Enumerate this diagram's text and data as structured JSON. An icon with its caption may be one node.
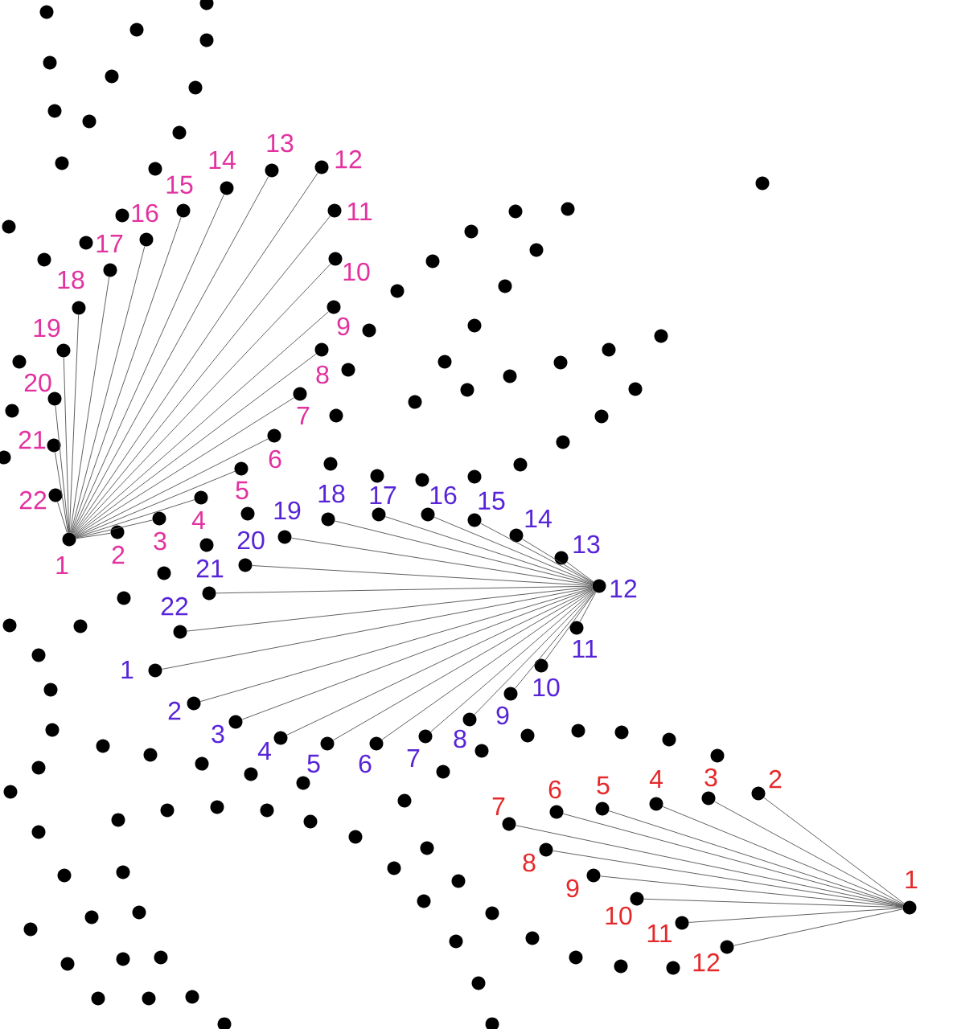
{
  "diagram": {
    "nodes": [
      {
        "text": [],
        "shape": "circle",
        "beside": [
          "1"
        ]
      },
      {
        "text": [],
        "shape": "circle",
        "beside": [
          "2"
        ]
      },
      {
        "text": [],
        "shape": "circle",
        "beside": [
          "3"
        ]
      },
      {
        "text": [],
        "shape": "circle",
        "beside": [
          "4"
        ]
      },
      {
        "text": [],
        "shape": "circle",
        "beside": [
          "5"
        ]
      },
      {
        "text": [],
        "shape": "circle",
        "beside": [
          "6"
        ]
      },
      {
        "text": [],
        "shape": "circle",
        "beside": [
          "7"
        ]
      },
      {
        "text": [],
        "shape": "circle",
        "beside": [
          "8"
        ]
      },
      {
        "text": [],
        "shape": "circle",
        "beside": [
          "9"
        ]
      },
      {
        "text": [],
        "shape": "circle",
        "beside": [
          "10"
        ]
      },
      {
        "text": [],
        "shape": "circle",
        "beside": [
          "11"
        ]
      },
      {
        "text": [],
        "shape": "circle",
        "beside": [
          "12"
        ]
      },
      {
        "text": [],
        "shape": "circle",
        "beside": [
          "13"
        ]
      },
      {
        "text": [],
        "shape": "circle",
        "beside": [
          "14"
        ]
      },
      {
        "text": [],
        "shape": "circle",
        "beside": [
          "15"
        ]
      },
      {
        "text": [],
        "shape": "circle",
        "beside": [
          "16"
        ]
      },
      {
        "text": [],
        "shape": "circle",
        "beside": [
          "17"
        ]
      },
      {
        "text": [],
        "shape": "circle",
        "beside": [
          "18"
        ]
      },
      {
        "text": [],
        "shape": "circle",
        "beside": [
          "19"
        ]
      },
      {
        "text": [],
        "shape": "circle",
        "beside": [
          "20"
        ]
      },
      {
        "text": [],
        "shape": "circle",
        "beside": [
          "21"
        ]
      },
      {
        "text": [],
        "shape": "circle",
        "beside": [
          "22"
        ]
      },
      {
        "text": [],
        "shape": "circle",
        "beside": [
          "1"
        ]
      },
      {
        "text": [],
        "shape": "circle",
        "beside": [
          "2"
        ]
      },
      {
        "text": [],
        "shape": "circle",
        "beside": [
          "3"
        ]
      },
      {
        "text": [],
        "shape": "circle",
        "beside": [
          "4"
        ]
      },
      {
        "text": [],
        "shape": "circle",
        "beside": [
          "5"
        ]
      },
      {
        "text": [],
        "shape": "circle",
        "beside": [
          "6"
        ]
      },
      {
        "text": [],
        "shape": "circle",
        "beside": [
          "7"
        ]
      },
      {
        "text": [],
        "shape": "circle",
        "beside": [
          "8"
        ]
      },
      {
        "text": [],
        "shape": "circle",
        "beside": [
          "9"
        ]
      },
      {
        "text": [],
        "shape": "circle",
        "beside": [
          "10"
        ]
      },
      {
        "text": [],
        "shape": "circle",
        "beside": [
          "11"
        ]
      },
      {
        "text": [],
        "shape": "circle",
        "beside": [
          "12"
        ]
      },
      {
        "text": [],
        "shape": "circle",
        "beside": [
          "13"
        ]
      },
      {
        "text": [],
        "shape": "circle",
        "beside": [
          "14"
        ]
      },
      {
        "text": [],
        "shape": "circle",
        "beside": [
          "15"
        ]
      },
      {
        "text": [],
        "shape": "circle",
        "beside": [
          "16"
        ]
      },
      {
        "text": [],
        "shape": "circle",
        "beside": [
          "17"
        ]
      },
      {
        "text": [],
        "shape": "circle",
        "beside": [
          "18"
        ]
      },
      {
        "text": [],
        "shape": "circle",
        "beside": [
          "19"
        ]
      },
      {
        "text": [],
        "shape": "circle",
        "beside": [
          "20"
        ]
      },
      {
        "text": [],
        "shape": "circle",
        "beside": [
          "21"
        ]
      },
      {
        "text": [],
        "shape": "circle",
        "beside": [
          "22"
        ]
      },
      {
        "text": [],
        "shape": "circle",
        "beside": [
          "1"
        ]
      },
      {
        "text": [],
        "shape": "circle",
        "beside": [
          "2"
        ]
      },
      {
        "text": [],
        "shape": "circle",
        "beside": [
          "3"
        ]
      },
      {
        "text": [],
        "shape": "circle",
        "beside": [
          "4"
        ]
      },
      {
        "text": [],
        "shape": "circle",
        "beside": [
          "5"
        ]
      },
      {
        "text": [],
        "shape": "circle",
        "beside": [
          "6"
        ]
      },
      {
        "text": [],
        "shape": "circle",
        "beside": [
          "7"
        ]
      },
      {
        "text": [],
        "shape": "circle",
        "beside": [
          "8"
        ]
      },
      {
        "text": [],
        "shape": "circle",
        "beside": [
          "9"
        ]
      },
      {
        "text": [],
        "shape": "circle",
        "beside": [
          "10"
        ]
      },
      {
        "text": [],
        "shape": "circle",
        "beside": [
          "11"
        ]
      },
      {
        "text": [],
        "shape": "circle",
        "beside": [
          "12"
        ]
      },
      {
        "text": [],
        "shape": "circle"
      },
      {
        "text": [],
        "shape": "circle"
      },
      {
        "text": [],
        "shape": "circle"
      },
      {
        "text": [],
        "shape": "circle"
      },
      {
        "text": [],
        "shape": "circle"
      },
      {
        "text": [],
        "shape": "circle"
      },
      {
        "text": [],
        "shape": "circle"
      },
      {
        "text": [],
        "shape": "circle"
      },
      {
        "text": [],
        "shape": "circle"
      },
      {
        "text": [],
        "shape": "circle"
      },
      {
        "text": [],
        "shape": "circle"
      },
      {
        "text": [],
        "shape": "circle"
      },
      {
        "text": [],
        "shape": "circle"
      },
      {
        "text": [],
        "shape": "circle"
      },
      {
        "text": [],
        "shape": "circle"
      },
      {
        "text": [],
        "shape": "circle"
      },
      {
        "text": [],
        "shape": "circle"
      },
      {
        "text": [],
        "shape": "circle"
      },
      {
        "text": [],
        "shape": "circle"
      },
      {
        "text": [],
        "shape": "circle"
      },
      {
        "text": [],
        "shape": "circle"
      },
      {
        "text": [],
        "shape": "circle"
      },
      {
        "text": [],
        "shape": "circle"
      },
      {
        "text": [],
        "shape": "circle"
      },
      {
        "text": [],
        "shape": "circle"
      },
      {
        "text": [],
        "shape": "circle"
      },
      {
        "text": [],
        "shape": "circle"
      },
      {
        "text": [],
        "shape": "circle"
      },
      {
        "text": [],
        "shape": "circle"
      },
      {
        "text": [],
        "shape": "circle"
      },
      {
        "text": [],
        "shape": "circle"
      },
      {
        "text": [],
        "shape": "circle"
      },
      {
        "text": [],
        "shape": "circle"
      },
      {
        "text": [],
        "shape": "circle"
      },
      {
        "text": [],
        "shape": "circle"
      },
      {
        "text": [],
        "shape": "circle"
      },
      {
        "text": [],
        "shape": "circle"
      },
      {
        "text": [],
        "shape": "circle"
      },
      {
        "text": [],
        "shape": "circle"
      },
      {
        "text": [],
        "shape": "circle"
      },
      {
        "text": [],
        "shape": "circle"
      },
      {
        "text": [],
        "shape": "circle"
      },
      {
        "text": [],
        "shape": "circle"
      },
      {
        "text": [],
        "shape": "circle"
      },
      {
        "text": [],
        "shape": "circle"
      },
      {
        "text": [],
        "shape": "circle"
      },
      {
        "text": [],
        "shape": "circle"
      },
      {
        "text": [],
        "shape": "circle"
      },
      {
        "text": [],
        "shape": "circle"
      },
      {
        "text": [],
        "shape": "circle"
      },
      {
        "text": [],
        "shape": "circle"
      },
      {
        "text": [],
        "shape": "circle"
      },
      {
        "text": [],
        "shape": "circle"
      },
      {
        "text": [],
        "shape": "circle"
      },
      {
        "text": [],
        "shape": "circle"
      },
      {
        "text": [],
        "shape": "circle"
      },
      {
        "text": [],
        "shape": "circle"
      },
      {
        "text": [],
        "shape": "circle"
      },
      {
        "text": [],
        "shape": "circle"
      },
      {
        "text": [],
        "shape": "circle"
      },
      {
        "text": [],
        "shape": "circle"
      },
      {
        "text": [],
        "shape": "circle"
      },
      {
        "text": [],
        "shape": "circle"
      },
      {
        "text": [],
        "shape": "circle"
      },
      {
        "text": [],
        "shape": "circle"
      },
      {
        "text": [],
        "shape": "circle"
      },
      {
        "text": [],
        "shape": "circle"
      },
      {
        "text": [],
        "shape": "circle"
      },
      {
        "text": [],
        "shape": "circle"
      },
      {
        "text": [],
        "shape": "circle"
      },
      {
        "text": [],
        "shape": "circle"
      },
      {
        "text": [],
        "shape": "circle"
      },
      {
        "text": [],
        "shape": "circle"
      },
      {
        "text": [],
        "shape": "circle"
      },
      {
        "text": [],
        "shape": "circle"
      },
      {
        "text": [],
        "shape": "circle"
      },
      {
        "text": [],
        "shape": "circle"
      },
      {
        "text": [],
        "shape": "circle"
      },
      {
        "text": [],
        "shape": "circle"
      },
      {
        "text": [],
        "shape": "circle"
      },
      {
        "text": [],
        "shape": "circle"
      },
      {
        "text": [],
        "shape": "circle"
      },
      {
        "text": [],
        "shape": "circle"
      },
      {
        "text": [],
        "shape": "circle"
      },
      {
        "text": [],
        "shape": "circle"
      },
      {
        "text": [],
        "shape": "circle"
      },
      {
        "text": [],
        "shape": "circle"
      },
      {
        "text": [],
        "shape": "circle"
      },
      {
        "text": [],
        "shape": "circle"
      },
      {
        "text": [],
        "shape": "circle"
      },
      {
        "text": [],
        "shape": "circle"
      },
      {
        "text": [],
        "shape": "circle"
      },
      {
        "text": [],
        "shape": "circle"
      },
      {
        "text": [],
        "shape": "circle"
      },
      {
        "text": [],
        "shape": "circle"
      },
      {
        "text": [],
        "shape": "circle"
      },
      {
        "text": [],
        "shape": "circle"
      },
      {
        "text": [],
        "shape": "circle"
      },
      {
        "text": [],
        "shape": "circle"
      },
      {
        "text": [],
        "shape": "circle"
      },
      {
        "text": [],
        "shape": "circle"
      }
    ],
    "edges": [
      {
        "from": 0,
        "to": 1,
        "arrow": "none"
      },
      {
        "from": 0,
        "to": 2,
        "arrow": "none"
      },
      {
        "from": 0,
        "to": 3,
        "arrow": "none"
      },
      {
        "from": 0,
        "to": 4,
        "arrow": "none"
      },
      {
        "from": 0,
        "to": 5,
        "arrow": "none"
      },
      {
        "from": 0,
        "to": 6,
        "arrow": "none"
      },
      {
        "from": 0,
        "to": 7,
        "arrow": "none"
      },
      {
        "from": 0,
        "to": 8,
        "arrow": "none"
      },
      {
        "from": 0,
        "to": 9,
        "arrow": "none"
      },
      {
        "from": 0,
        "to": 10,
        "arrow": "none"
      },
      {
        "from": 0,
        "to": 11,
        "arrow": "none"
      },
      {
        "from": 0,
        "to": 12,
        "arrow": "none"
      },
      {
        "from": 0,
        "to": 13,
        "arrow": "none"
      },
      {
        "from": 0,
        "to": 14,
        "arrow": "none"
      },
      {
        "from": 0,
        "to": 15,
        "arrow": "none"
      },
      {
        "from": 0,
        "to": 16,
        "arrow": "none"
      },
      {
        "from": 0,
        "to": 17,
        "arrow": "none"
      },
      {
        "from": 0,
        "to": 18,
        "arrow": "none"
      },
      {
        "from": 0,
        "to": 19,
        "arrow": "none"
      },
      {
        "from": 0,
        "to": 20,
        "arrow": "none"
      },
      {
        "from": 0,
        "to": 21,
        "arrow": "none"
      },
      {
        "from": 33,
        "to": 22,
        "arrow": "none"
      },
      {
        "from": 33,
        "to": 23,
        "arrow": "none"
      },
      {
        "from": 33,
        "to": 24,
        "arrow": "none"
      },
      {
        "from": 33,
        "to": 25,
        "arrow": "none"
      },
      {
        "from": 33,
        "to": 26,
        "arrow": "none"
      },
      {
        "from": 33,
        "to": 27,
        "arrow": "none"
      },
      {
        "from": 33,
        "to": 28,
        "arrow": "none"
      },
      {
        "from": 33,
        "to": 29,
        "arrow": "none"
      },
      {
        "from": 33,
        "to": 30,
        "arrow": "none"
      },
      {
        "from": 33,
        "to": 31,
        "arrow": "none"
      },
      {
        "from": 33,
        "to": 32,
        "arrow": "none"
      },
      {
        "from": 33,
        "to": 34,
        "arrow": "none"
      },
      {
        "from": 33,
        "to": 35,
        "arrow": "none"
      },
      {
        "from": 33,
        "to": 36,
        "arrow": "none"
      },
      {
        "from": 33,
        "to": 37,
        "arrow": "none"
      },
      {
        "from": 33,
        "to": 38,
        "arrow": "none"
      },
      {
        "from": 33,
        "to": 39,
        "arrow": "none"
      },
      {
        "from": 33,
        "to": 40,
        "arrow": "none"
      },
      {
        "from": 33,
        "to": 41,
        "arrow": "none"
      },
      {
        "from": 33,
        "to": 42,
        "arrow": "none"
      },
      {
        "from": 33,
        "to": 43,
        "arrow": "none"
      },
      {
        "from": 44,
        "to": 45,
        "arrow": "none"
      },
      {
        "from": 44,
        "to": 46,
        "arrow": "none"
      },
      {
        "from": 44,
        "to": 47,
        "arrow": "none"
      },
      {
        "from": 44,
        "to": 48,
        "arrow": "none"
      },
      {
        "from": 44,
        "to": 49,
        "arrow": "none"
      },
      {
        "from": 44,
        "to": 50,
        "arrow": "none"
      },
      {
        "from": 44,
        "to": 51,
        "arrow": "none"
      },
      {
        "from": 44,
        "to": 52,
        "arrow": "none"
      },
      {
        "from": 44,
        "to": 53,
        "arrow": "none"
      },
      {
        "from": 44,
        "to": 54,
        "arrow": "none"
      },
      {
        "from": 44,
        "to": 55,
        "arrow": "none"
      }
    ]
  }
}
